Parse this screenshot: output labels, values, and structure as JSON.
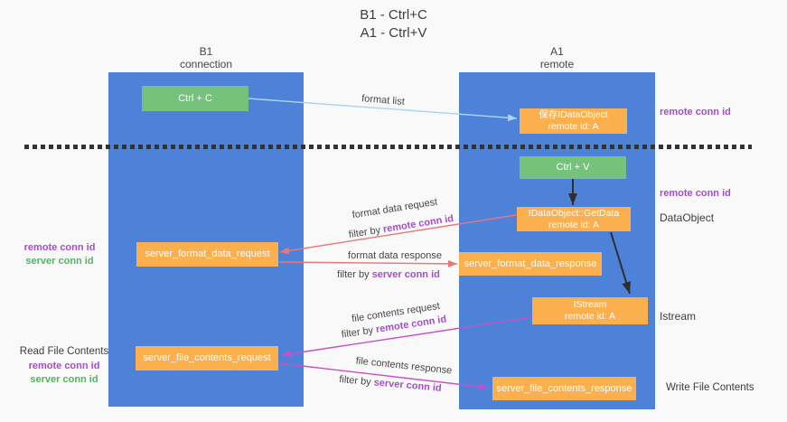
{
  "title": {
    "line1": "B1 - Ctrl+C",
    "line2": "A1 - Ctrl+V"
  },
  "lanes": {
    "left": {
      "name": "B1",
      "role": "connection"
    },
    "right": {
      "name": "A1",
      "role": "remote"
    }
  },
  "boxes": {
    "ctrl_c": {
      "label": "Ctrl + C"
    },
    "ctrl_v": {
      "label": "Ctrl + V"
    },
    "save_idataobject": {
      "line1": "保存IDataObject",
      "line2": "remote id: A"
    },
    "getdata": {
      "line1": "IDataObject::GetData",
      "line2": "remote id: A"
    },
    "istream": {
      "line1": "IStream",
      "line2": "remote id: A"
    },
    "format_request": {
      "label": "server_format_data_request"
    },
    "format_response": {
      "label": "server_format_data_response"
    },
    "file_request": {
      "label": "server_file_contents_request"
    },
    "file_response": {
      "label": "server_file_contents_response"
    }
  },
  "arrow_labels": {
    "format_list": "format list",
    "format_data_request": "format data request",
    "format_data_response": "format data response",
    "file_contents_request": "file contents request",
    "file_contents_response": "file contents response",
    "filter_by": "filter by ",
    "remote_conn_id": "remote conn id",
    "server_conn_id": "server conn id"
  },
  "annotations": {
    "right": {
      "remote_conn_id_top": "remote conn id",
      "remote_conn_id_mid": "remote conn id",
      "dataobject": "DataObject",
      "istream": "Istream",
      "write_file_contents": "Write File Contents"
    },
    "left": {
      "remote_conn_id_top": "remote conn id",
      "server_conn_id_top": "server conn id",
      "read_file_contents": "Read File Contents",
      "remote_conn_id_bottom": "remote conn id",
      "server_conn_id_bottom": "server conn id"
    }
  },
  "colors": {
    "lane_blue": "#4d82d8",
    "box_orange": "#fbaf4d",
    "box_green": "#74c27c",
    "arrow_light_blue": "#a9d4f2",
    "arrow_red": "#e87878",
    "arrow_magenta": "#c650c6",
    "arrow_black": "#2e2e2e",
    "text_purple": "#a34fc6",
    "text_green": "#55b264",
    "text_dark": "#3d3d3d",
    "background": "#f9f9f9"
  }
}
